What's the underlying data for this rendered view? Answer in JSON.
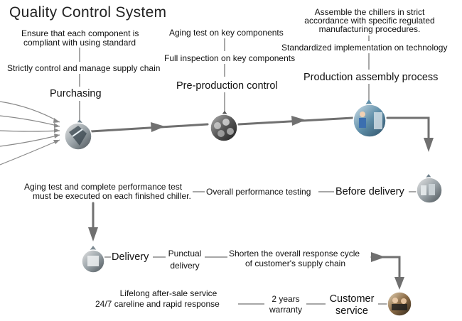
{
  "title": "Quality Control System",
  "purchasing": {
    "label": "Purchasing",
    "notes": [
      "Ensure that each component is",
      "compliant with using standard",
      "Strictly control and manage supply chain"
    ]
  },
  "preproduction": {
    "label": "Pre-production control",
    "notes": [
      "Aging test on key components",
      "Full inspection on key components"
    ]
  },
  "assembly": {
    "label": "Production assembly process",
    "notes": [
      "Assemble the chillers in strict",
      "accordance with specific regulated",
      "manufacturing procedures.",
      "Standardized implementation on technology"
    ]
  },
  "before_delivery": {
    "label": "Before delivery",
    "step": "Overall performance testing",
    "notes": [
      "Aging test and complete performance test",
      "must be executed on each finished chiller."
    ]
  },
  "delivery": {
    "label": "Delivery",
    "step": [
      "Punctual",
      "delivery"
    ],
    "notes": [
      "Shorten the overall response cycle",
      "of customer's supply chain"
    ]
  },
  "customer_service": {
    "label": [
      "Customer",
      "service"
    ],
    "step": [
      "2 years",
      "warranty"
    ],
    "notes": [
      "Lifelong after-sale service",
      "24/7 careline and rapid response"
    ]
  },
  "colors": {
    "line": "#8a8a8a",
    "arrow": "#707070",
    "text": "#111111"
  }
}
